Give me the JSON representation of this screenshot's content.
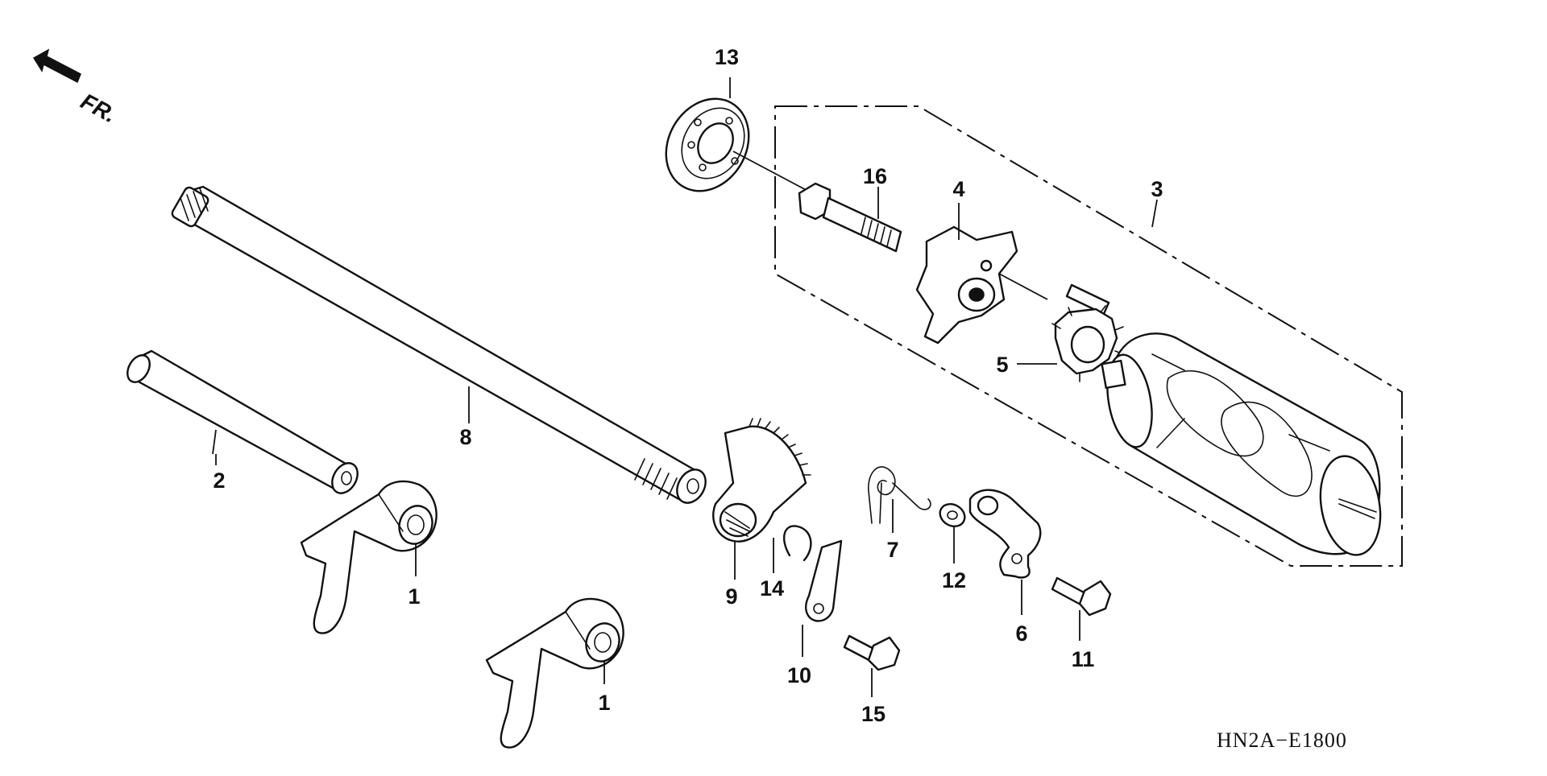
{
  "diagram": {
    "direction_label": "FR.",
    "diagram_code": "HN2A−E1800",
    "callouts": {
      "fork_a": "1",
      "fork_b": "1",
      "fork_shaft": "2",
      "shift_drum": "3",
      "drum_center": "4",
      "stopper": "5",
      "stopper_arm": "6",
      "return_spring": "7",
      "shift_spindle": "8",
      "spindle_arm": "9",
      "arm_plate": "10",
      "bolt_11": "11",
      "washer": "12",
      "bearing": "13",
      "circlip": "14",
      "bolt_15": "15",
      "center_bolt": "16"
    }
  }
}
